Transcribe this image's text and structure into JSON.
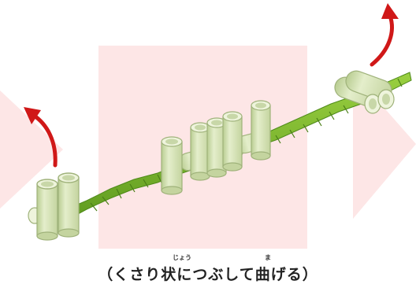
{
  "caption": {
    "text": "（くさり状につぶして曲げる）",
    "ruby_jou": "じょう",
    "ruby_ma": "ま"
  },
  "colors": {
    "background_square": "#fde6e6",
    "background_arrow": "#fde6e6",
    "red_arrow": "#d01818",
    "tube_fill": "#d5e3b4",
    "tube_edge": "#9fb27a",
    "chain_green": "#7ab82a",
    "chain_dark": "#4f8a1a"
  },
  "icons": {
    "left_arrow": "curved-up-arrow-icon",
    "right_arrow": "curved-up-arrow-icon"
  }
}
